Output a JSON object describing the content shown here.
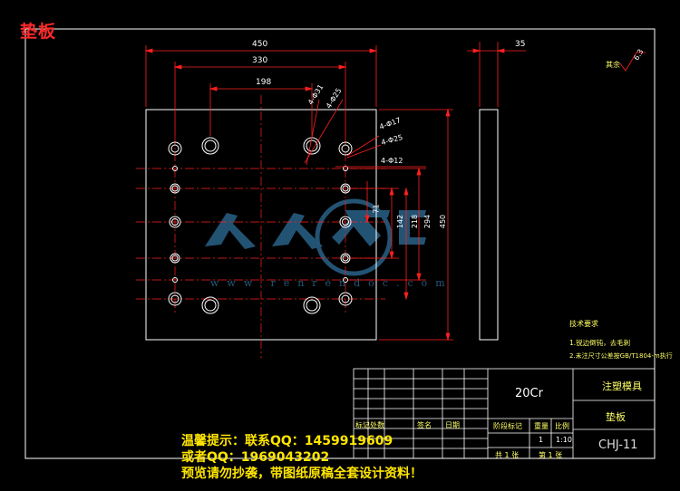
{
  "title": "垫板",
  "dimensions": {
    "width_450": "450",
    "width_330": "330",
    "width_198": "198",
    "thickness_35": "35",
    "height_71": "71",
    "height_142": "142",
    "height_218": "218",
    "height_294": "294",
    "height_450": "450"
  },
  "hole_callouts": {
    "phi31": "4-Φ31",
    "phi25_top": "4-Φ25",
    "phi17": "4-Φ17",
    "phi25_right": "4-Φ25",
    "phi12": "4-Φ12"
  },
  "surface_finish": {
    "label": "其余",
    "value": "6.3"
  },
  "tech_requirements": {
    "heading": "技术要求",
    "item1": "1.锐边倒钝，去毛刺",
    "item2": "2.未注尺寸公差按GB/T1804-m执行"
  },
  "title_block": {
    "material": "20Cr",
    "project": "注塑模具",
    "part_name": "垫板",
    "drawing_no": "CHJ-11",
    "stage_label": "阶段标记",
    "weight_label": "重量",
    "scale_label": "比例",
    "qty": "1",
    "scale": "1:10",
    "sheets_total": "共 1 张",
    "sheet_no": "第 1 张",
    "sign_label": "签名",
    "date_label": "日期",
    "mark_label": "标记",
    "count_label": "处数"
  },
  "watermark": {
    "brand": "人人文库",
    "url": "www.renrendoc.com"
  },
  "promo": {
    "line1": "温馨提示：联系QQ：1459919609",
    "line2": "或者QQ：1969043202",
    "line3": "预览请勿抄袭，带图纸原稿全套设计资料！"
  },
  "colors": {
    "background": "#000000",
    "outline": "#ffffff",
    "dimension": "#ff2020",
    "promo": "#ffe600",
    "watermark": "#2f6f9a"
  }
}
